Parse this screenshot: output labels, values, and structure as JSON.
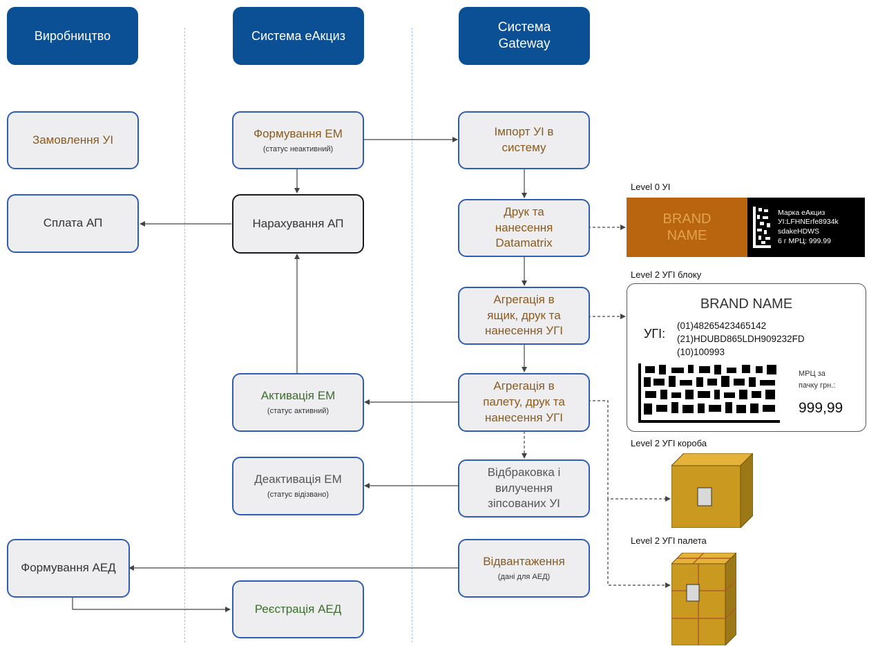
{
  "columns": {
    "production": "Виробництво",
    "eaktsyz": "Система еАкциз",
    "gateway_line1": "Система",
    "gateway_line2": "Gateway"
  },
  "boxes": {
    "order": "Замовлення УІ",
    "pay": "Сплата АП",
    "form_em": "Формування ЕМ",
    "form_em_status": "(статус неактивний)",
    "accrual": "Нарахування АП",
    "activate": "Активація ЕМ",
    "activate_status": "(статус активний)",
    "deactivate": "Деактивація ЕМ",
    "deactivate_status": "(статус відізвано)",
    "form_aed": "Формування АЕД",
    "register_aed": "Реєстрація АЕД",
    "import_1": "Імпорт УІ в",
    "import_2": "систему",
    "print_1": "Друк та",
    "print_2": "нанесення",
    "print_3": "Datamatrix",
    "agg_box_1": "Агрегація в",
    "agg_box_2": "ящик, друк та",
    "agg_box_3": "нанесення УГІ",
    "agg_pallet_1": "Агрегація в",
    "agg_pallet_2": "палету, друк та",
    "agg_pallet_3": "нанесення УГІ",
    "reject_1": "Відбраковка і",
    "reject_2": "вилучення",
    "reject_3": "зіпсованих УІ",
    "ship": "Відвантаження",
    "ship_sub": "(дані для АЕД)"
  },
  "labels": {
    "level0": "Level 0 УІ",
    "level2_block": "Level 2 УГІ блоку",
    "level2_box": "Level 2 УГІ короба",
    "level2_pallet": "Level 2 УГІ палета"
  },
  "label0": {
    "brand_1": "BRAND",
    "brand_2": "NAME",
    "line1": "Марка еАкциз",
    "line2": "УІ:LFHNErfe8934k",
    "line3": "sdakeHDWS",
    "line4": "6 г МРЦ: 999.99"
  },
  "label2": {
    "brand": "BRAND NAME",
    "ugi": "УГІ:",
    "code1": "(01)48265423465142",
    "code2": "(21)HDUBD865LDH909232FD",
    "code3": "(10)100993",
    "mrc_1": "МРЦ за",
    "mrc_2": "пачку грн.:",
    "price": "999,99"
  },
  "colors": {
    "header": "#0b4f95",
    "box_border": "#2f5db5",
    "box_fill": "#eeeef0",
    "brown_text": "#8a5a1e",
    "green_text": "#3a6e2a",
    "brand_label": "#b9650f",
    "crate": "#c99a1f"
  }
}
